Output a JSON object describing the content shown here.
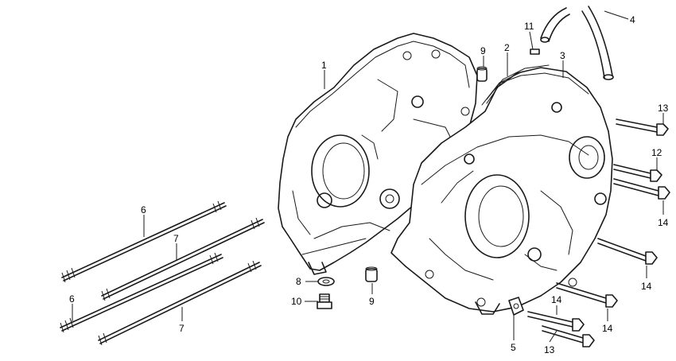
{
  "diagram": {
    "callouts": [
      {
        "id": "c1",
        "label": "1"
      },
      {
        "id": "c2",
        "label": "2"
      },
      {
        "id": "c3",
        "label": "3"
      },
      {
        "id": "c4",
        "label": "4"
      },
      {
        "id": "c5",
        "label": "5"
      },
      {
        "id": "c6a",
        "label": "6"
      },
      {
        "id": "c6b",
        "label": "6"
      },
      {
        "id": "c7a",
        "label": "7"
      },
      {
        "id": "c7b",
        "label": "7"
      },
      {
        "id": "c8",
        "label": "8"
      },
      {
        "id": "c9a",
        "label": "9"
      },
      {
        "id": "c9b",
        "label": "9"
      },
      {
        "id": "c10",
        "label": "10"
      },
      {
        "id": "c11",
        "label": "11"
      },
      {
        "id": "c12",
        "label": "12"
      },
      {
        "id": "c13a",
        "label": "13"
      },
      {
        "id": "c13b",
        "label": "13"
      },
      {
        "id": "c14a",
        "label": "14"
      },
      {
        "id": "c14b",
        "label": "14"
      },
      {
        "id": "c14c",
        "label": "14"
      },
      {
        "id": "c14d",
        "label": "14"
      }
    ]
  }
}
